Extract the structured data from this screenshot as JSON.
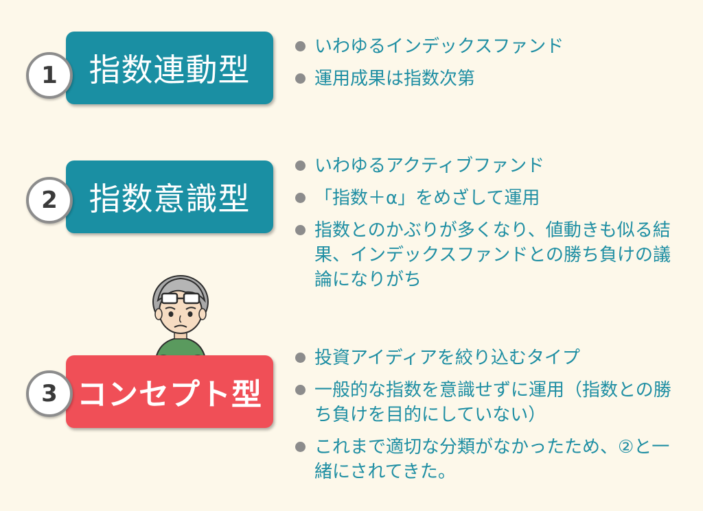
{
  "colors": {
    "background": "#fdf8ea",
    "teal": "#1a8fa3",
    "red": "#f04f57",
    "bullet_text": "#1e8ea3",
    "bullet_dot": "#8c8c8c"
  },
  "sections": [
    {
      "number": "1",
      "title": "指数連動型",
      "bullets": [
        "いわゆるインデックスファンド",
        "運用成果は指数次第"
      ]
    },
    {
      "number": "2",
      "title": "指数意識型",
      "bullets": [
        "いわゆるアクティブファンド",
        "「指数＋α」をめざして運用",
        "指数とのかぶりが多くなり、値動きも似る結果、インデックスファンドとの勝ち負けの議論になりがち"
      ]
    },
    {
      "number": "3",
      "title": "コンセプト型",
      "bullets": [
        "投資アイディアを絞り込むタイプ",
        "一般的な指数を意識せずに運用（指数との勝ち負けを目的にしていない）",
        "これまで適切な分類がなかったため、②と一緒にされてきた。"
      ]
    }
  ]
}
